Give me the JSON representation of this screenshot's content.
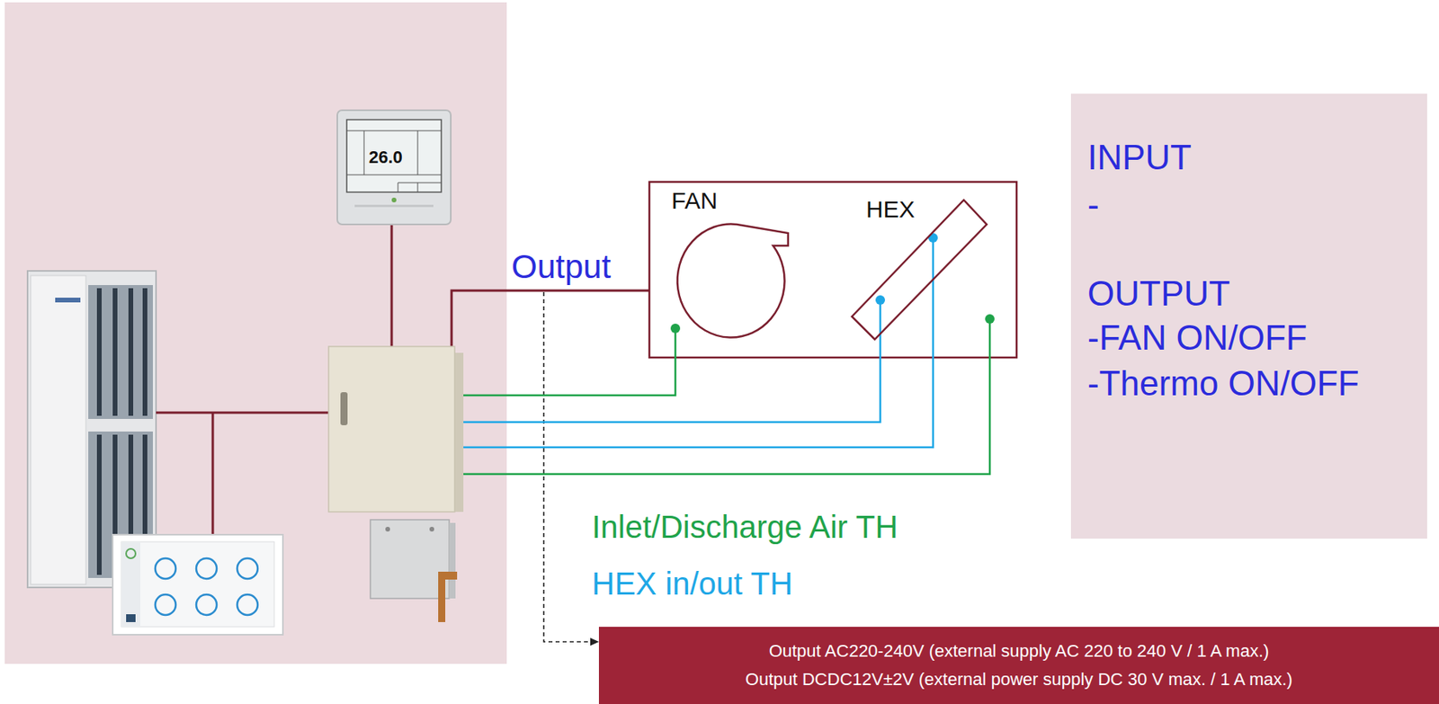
{
  "diagram": {
    "nodes": [
      {
        "text": [
          "FAN"
        ]
      },
      {
        "text": [
          "HEX"
        ]
      },
      {
        "text": [
          "INPUT",
          "-",
          "OUTPUT",
          "-FAN ON/OFF",
          "-Thermo ON/OFF"
        ]
      },
      {
        "text": [
          "Output AC220-240V (external supply AC 220 to 240 V / 1 A max.)",
          "Output DCDC12V±2V (external power supply DC 30 V max. / 1 A max.)"
        ]
      }
    ],
    "labels": [
      "26.0",
      "Output",
      "Inlet/Discharge Air TH",
      "HEX in/out TH"
    ]
  }
}
